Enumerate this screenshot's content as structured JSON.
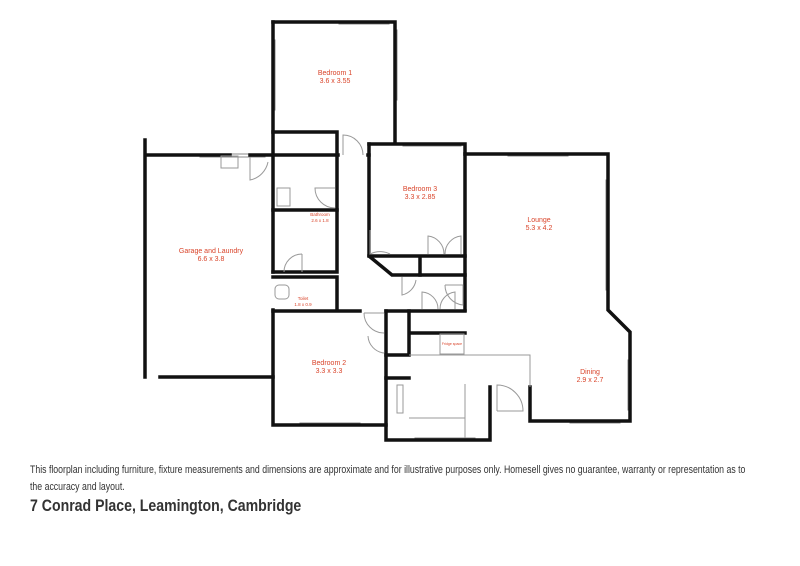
{
  "floorplan": {
    "rooms": [
      {
        "name": "Bedroom 1",
        "size": "3.6 x 3.55"
      },
      {
        "name": "Garage and Laundry",
        "size": "6.6 x 3.8"
      },
      {
        "name": "Bedroom 3",
        "size": "3.3 x 2.85"
      },
      {
        "name": "Bathroom",
        "size": "2.6 x 1.8"
      },
      {
        "name": "Lounge",
        "size": "5.3 x 4.2"
      },
      {
        "name": "Toilet",
        "size": "1.8 x 0.9"
      },
      {
        "name": "Bedroom 2",
        "size": "3.3 x 3.3"
      },
      {
        "name": "Dining",
        "size": "2.9 x 2.7"
      }
    ],
    "fridge_label": "Fridge space",
    "label_color": "#d9442a"
  },
  "disclaimer": "This floorplan including furniture, fixture measurements and dimensions are approximate and for illustrative purposes only. Homesell gives no guarantee, warranty or representation as to the accuracy and layout.",
  "address": "7 Conrad Place, Leamington, Cambridge"
}
